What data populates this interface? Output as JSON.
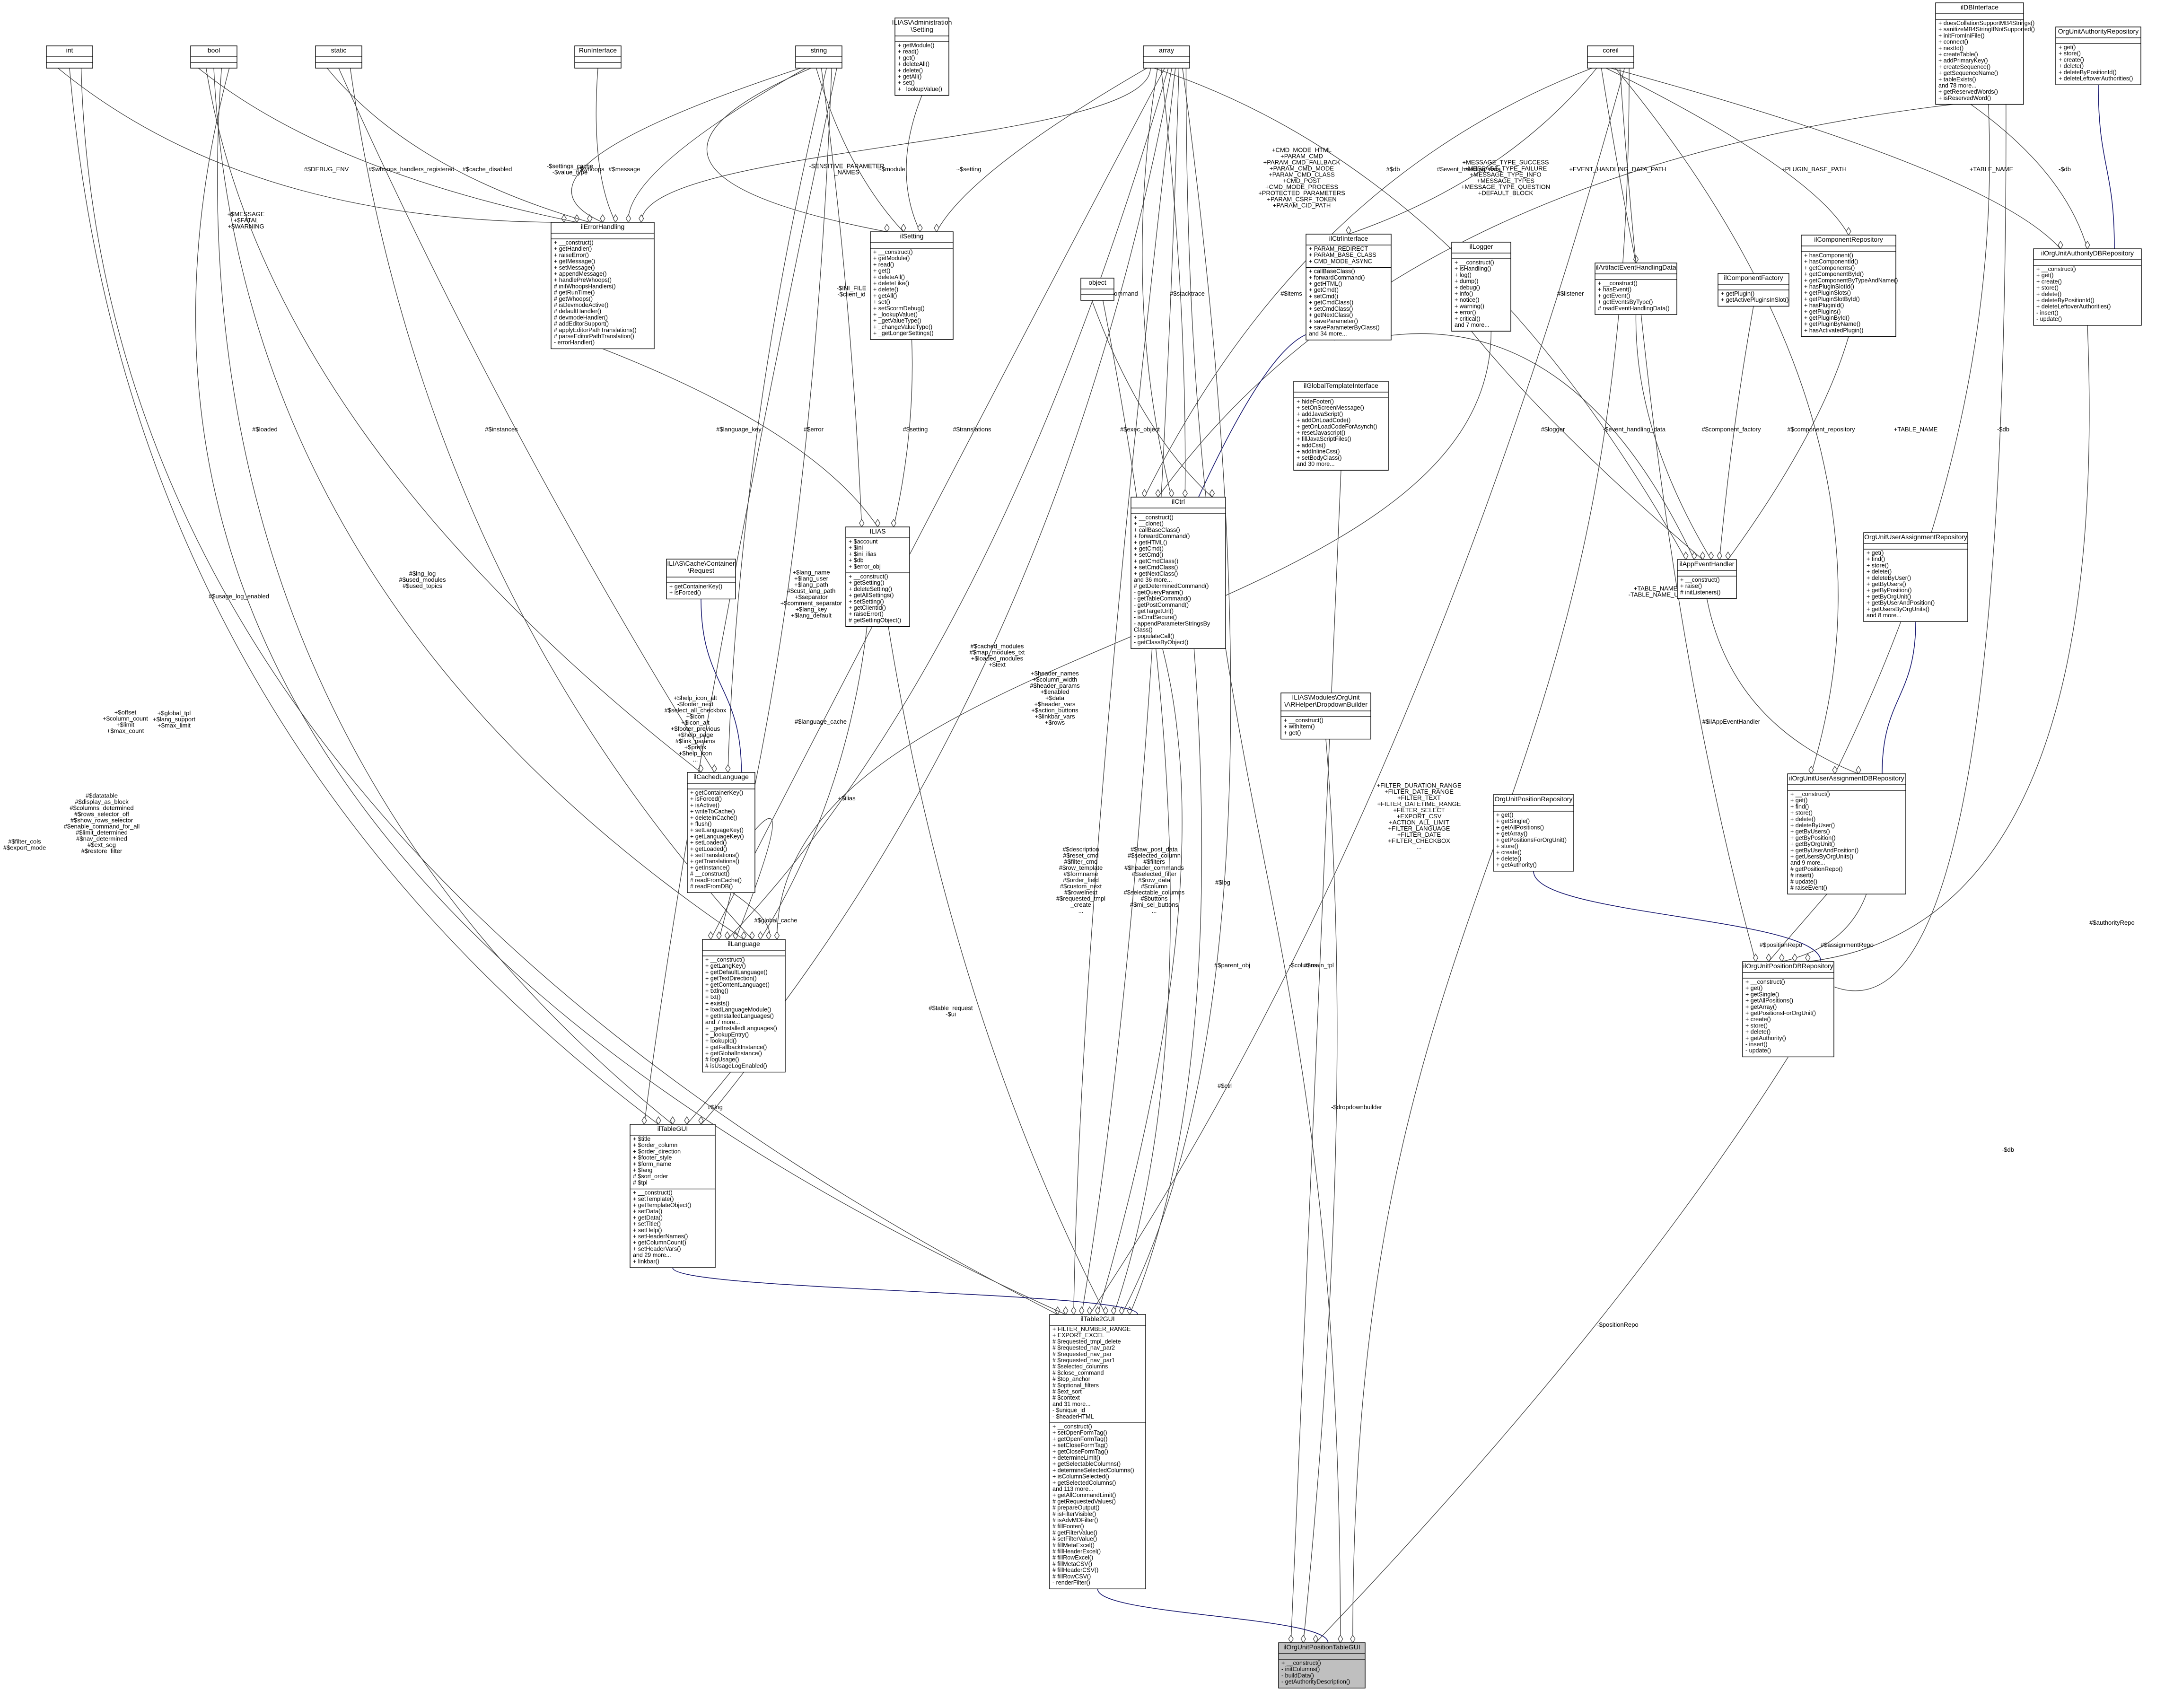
{
  "classes": {
    "int": {
      "title": [
        "int"
      ],
      "sections": [
        [],
        []
      ]
    },
    "bool": {
      "title": [
        "bool"
      ],
      "sections": [
        [],
        []
      ]
    },
    "static": {
      "title": [
        "static"
      ],
      "sections": [
        [],
        []
      ]
    },
    "runinterface": {
      "title": [
        "RunInterface"
      ],
      "sections": [
        [],
        []
      ]
    },
    "string": {
      "title": [
        "string"
      ],
      "sections": [
        [],
        []
      ]
    },
    "iliassetting": {
      "title": [
        "ILIAS\\Administration",
        "\\Setting"
      ],
      "sections": [
        [],
        [
          "+ getModule()",
          "+ read()",
          "+ get()",
          "+ deleteAll()",
          "+ delete()",
          "+ getAll()",
          "+ set()",
          "+ _lookupValue()"
        ]
      ]
    },
    "array": {
      "title": [
        "array"
      ],
      "sections": [
        [],
        []
      ]
    },
    "coreil": {
      "title": [
        "coreil"
      ],
      "sections": [
        [],
        []
      ]
    },
    "ildbinterface": {
      "title": [
        "ilDBInterface"
      ],
      "sections": [
        [],
        [
          "+ doesCollationSupportMB4Strings()",
          "+ sanitizeMB4StringIfNotSupported()",
          "+ initFromIniFile()",
          "+ connect()",
          "+ nextId()",
          "+ createTable()",
          "+ addPrimaryKey()",
          "+ createSequence()",
          "+ getSequenceName()",
          "+ tableExists()",
          "and 78 more...",
          "+ getReservedWords()",
          "+ isReservedWord()"
        ]
      ]
    },
    "orgunitauthorityrepository": {
      "title": [
        "OrgUnitAuthorityRepository"
      ],
      "sections": [
        [],
        [
          "+ get()",
          "+ store()",
          "+ create()",
          "+ delete()",
          "+ deleteByPositionId()",
          "+ deleteLeftoverAuthorities()"
        ]
      ]
    },
    "ilerrorhandling": {
      "title": [
        "ilErrorHandling"
      ],
      "sections": [
        [],
        [
          "+ __construct()",
          "+ getHandler()",
          "+ raiseError()",
          "+ getMessage()",
          "+ setMessage()",
          "+ appendMessage()",
          "+ handlePreWhoops()",
          "# initWhoopsHandlers()",
          "# getRunTime()",
          "# getWhoops()",
          "# isDevmodeActive()",
          "# defaultHandler()",
          "# devmodeHandler()",
          "# addEditorSupport()",
          "# applyEditorPathTranslations()",
          "# parseEditorPathTranslation()",
          "- errorHandler()"
        ]
      ]
    },
    "ilsetting": {
      "title": [
        "ilSetting"
      ],
      "sections": [
        [],
        [
          "+ __construct()",
          "+ getModule()",
          "+ read()",
          "+ get()",
          "+ deleteAll()",
          "+ deleteLike()",
          "+ delete()",
          "+ getAll()",
          "+ set()",
          "+ setScormDebug()",
          "+ _lookupValue()",
          "+ _getValueType()",
          "+ _changeValueType()",
          "+ _getLongerSettings()"
        ]
      ]
    },
    "ilctrlinterface": {
      "title": [
        "ilCtrlInterface"
      ],
      "sections": [
        [
          "+ PARAM_REDIRECT",
          "+ PARAM_BASE_CLASS",
          "+ CMD_MODE_ASYNC"
        ],
        [
          "+ callBaseClass()",
          "+ forwardCommand()",
          "+ getHTML()",
          "+ getCmd()",
          "+ setCmd()",
          "+ getCmdClass()",
          "+ setCmdClass()",
          "+ getNextClass()",
          "+ saveParameter()",
          "+ saveParameterByClass()",
          "and 34 more..."
        ]
      ]
    },
    "illogger": {
      "title": [
        "ilLogger"
      ],
      "sections": [
        [],
        [
          "+ __construct()",
          "+ isHandling()",
          "+ log()",
          "+ dump()",
          "+ debug()",
          "+ info()",
          "+ notice()",
          "+ warning()",
          "+ error()",
          "+ critical()",
          "and 7 more..."
        ]
      ]
    },
    "ilartifacteventhandlingdata": {
      "title": [
        "ilArtifactEventHandlingData"
      ],
      "sections": [
        [],
        [
          "+ __construct()",
          "+ hasEvent()",
          "+ getEvent()",
          "+ getEventsByType()",
          "# readEventHandlingData()"
        ]
      ]
    },
    "ilcomponentrepository": {
      "title": [
        "ilComponentRepository"
      ],
      "sections": [
        [],
        [
          "+ hasComponent()",
          "+ hasComponentId()",
          "+ getComponents()",
          "+ getComponentById()",
          "+ getComponentByTypeAndName()",
          "+ hasPluginSlotId()",
          "+ getPluginSlots()",
          "+ getPluginSlotById()",
          "+ hasPluginId()",
          "+ getPlugins()",
          "+ getPluginById()",
          "+ getPluginByName()",
          "+ hasActivatedPlugin()"
        ]
      ]
    },
    "ilorgunitauthoritydbrepository": {
      "title": [
        "ilOrgUnitAuthorityDBRepository"
      ],
      "sections": [
        [],
        [
          "+ __construct()",
          "+ get()",
          "+ create()",
          "+ store()",
          "+ delete()",
          "+ deleteByPositionId()",
          "+ deleteLeftoverAuthorities()",
          "- insert()",
          "- update()"
        ]
      ]
    },
    "object": {
      "title": [
        "object"
      ],
      "sections": [
        [],
        []
      ]
    },
    "ilglobaltemplateinterface": {
      "title": [
        "ilGlobalTemplateInterface"
      ],
      "sections": [
        [],
        [
          "+ hideFooter()",
          "+ setOnScreenMessage()",
          "+ addJavaScript()",
          "+ addOnLoadCode()",
          "+ getOnLoadCodeForAsynch()",
          "+ resetJavascript()",
          "+ fillJavaScriptFiles()",
          "+ addCss()",
          "+ addInlineCss()",
          "+ setBodyClass()",
          "and 30 more..."
        ]
      ]
    },
    "ilcomponentfactory": {
      "title": [
        "ilComponentFactory"
      ],
      "sections": [
        [],
        [
          "+ getPlugin()",
          "+ getActivePluginsInSlot()"
        ]
      ]
    },
    "ilctrl": {
      "title": [
        "ilCtrl"
      ],
      "sections": [
        [],
        [
          "+ __construct()",
          "+ __clone()",
          "+ callBaseClass()",
          "+ forwardCommand()",
          "+ getHTML()",
          "+ getCmd()",
          "+ setCmd()",
          "+ getCmdClass()",
          "+ setCmdClass()",
          "+ getNextClass()",
          "and 36 more...",
          "# getDeterminedCommand()",
          "- getQueryParam()",
          "- getTableCommand()",
          "- getPostCommand()",
          "- getTargetUrl()",
          "- isCmdSecure()",
          "- appendParameterStringsBy",
          "Class()",
          "- populateCall()",
          "- getClassByObject()"
        ]
      ]
    },
    "ilias": {
      "title": [
        "ILIAS"
      ],
      "sections": [
        [
          "+ $account",
          "+ $ini",
          "+ $ini_ilias",
          "+ $db",
          "+ $error_obj"
        ],
        [
          "+ __construct()",
          "+ getSetting()",
          "+ deleteSetting()",
          "+ getAllSettings()",
          "+ setSetting()",
          "+ getClientId()",
          "+ raiseError()",
          "# getSettingObject()"
        ]
      ]
    },
    "ilappeventhandler": {
      "title": [
        "ilAppEventHandler"
      ],
      "sections": [
        [],
        [
          "+ __construct()",
          "+ raise()",
          "# initListeners()"
        ]
      ]
    },
    "ilorgunituserassignmentrepository": {
      "title": [
        "OrgUnitUserAssignmentRepository"
      ],
      "sections": [
        [],
        [
          "+ get()",
          "+ find()",
          "+ store()",
          "+ delete()",
          "+ deleteByUser()",
          "+ getByUsers()",
          "+ getByPosition()",
          "+ getByOrgUnit()",
          "+ getByUserAndPosition()",
          "+ getUsersByOrgUnits()",
          "and 8 more..."
        ]
      ]
    },
    "iliascachecontainerrequest": {
      "title": [
        "ILIAS\\Cache\\Container",
        "\\Request"
      ],
      "sections": [
        [],
        [
          "+ getContainerKey()",
          "+ isForced()"
        ]
      ]
    },
    "ilcachedlanguage": {
      "title": [
        "ilCachedLanguage"
      ],
      "sections": [
        [],
        [
          "+ getContainerKey()",
          "+ isForced()",
          "+ isActive()",
          "+ writeToCache()",
          "+ deleteInCache()",
          "+ flush()",
          "+ setLanguageKey()",
          "+ getLanguageKey()",
          "+ setLoaded()",
          "+ getLoaded()",
          "+ setTranslations()",
          "+ getTranslations()",
          "+ getInstance()",
          "# __construct()",
          "# readFromCache()",
          "# readFromDB()"
        ]
      ]
    },
    "dropdownbuilder": {
      "title": [
        "ILIAS\\Modules\\OrgUnit",
        "\\ARHelper\\DropdownBuilder"
      ],
      "sections": [
        [],
        [
          "+ __construct()",
          "+ withItem()",
          "+ get()"
        ]
      ]
    },
    "ilorgunituserassignmentdbrepository": {
      "title": [
        "ilOrgUnitUserAssignmentDBRepository"
      ],
      "sections": [
        [],
        [
          "+ __construct()",
          "+ get()",
          "+ find()",
          "+ store()",
          "+ delete()",
          "+ deleteByUser()",
          "+ getByUsers()",
          "+ getByPosition()",
          "+ getByOrgUnit()",
          "+ getByUserAndPosition()",
          "+ getUsersByOrgUnits()",
          "and 9 more...",
          "# getPositionRepo()",
          "# insert()",
          "# update()",
          "# raiseEvent()"
        ]
      ]
    },
    "orgunitpositionrepository": {
      "title": [
        "OrgUnitPositionRepository"
      ],
      "sections": [
        [],
        [
          "+ get()",
          "+ getSingle()",
          "+ getAllPositions()",
          "+ getArray()",
          "+ getPositionsForOrgUnit()",
          "+ store()",
          "+ create()",
          "+ delete()",
          "+ getAuthority()"
        ]
      ]
    },
    "illanguage": {
      "title": [
        "ilLanguage"
      ],
      "sections": [
        [],
        [
          "+ __construct()",
          "+ getLangKey()",
          "+ getDefaultLanguage()",
          "+ getTextDirection()",
          "+ getContentLanguage()",
          "+ txtlng()",
          "+ txt()",
          "+ exists()",
          "+ loadLanguageModule()",
          "+ getInstalledLanguages()",
          "and 7 more...",
          "+ _getInstalledLanguages()",
          "+ _lookupEntry()",
          "+ lookupId()",
          "+ getFallbackInstance()",
          "+ getGlobalInstance()",
          "# logUsage()",
          "# isUsageLogEnabled()"
        ]
      ]
    },
    "ilorgunitpositiondbrepository": {
      "title": [
        "ilOrgUnitPositionDBRepository"
      ],
      "sections": [
        [],
        [
          "+ __construct()",
          "+ get()",
          "+ getSingle()",
          "+ getAllPositions()",
          "+ getArray()",
          "+ getPositionsForOrgUnit()",
          "+ create()",
          "+ store()",
          "+ delete()",
          "+ getAuthority()",
          "- insert()",
          "- update()"
        ]
      ]
    },
    "iltablegui": {
      "title": [
        "ilTableGUI"
      ],
      "sections": [
        [
          "+ $title",
          "+ $order_column",
          "+ $order_direction",
          "+ $footer_style",
          "+ $form_name",
          "+ $lang",
          "# $sort_order",
          "# $tpl"
        ],
        [
          "+ __construct()",
          "+ setTemplate()",
          "+ getTemplateObject()",
          "+ setData()",
          "+ getData()",
          "+ setTitle()",
          "+ setHelp()",
          "+ setHeaderNames()",
          "+ getColumnCount()",
          "+ setHeaderVars()",
          "and 29 more...",
          "+ linkbar()"
        ]
      ]
    },
    "iltable2gui": {
      "title": [
        "ilTable2GUI"
      ],
      "sections": [
        [
          "+ FILTER_NUMBER_RANGE",
          "+ EXPORT_EXCEL",
          "# $requested_tmpl_delete",
          "# $requested_nav_par2",
          "# $requested_nav_par",
          "# $requested_nav_par1",
          "# $selected_columns",
          "# $close_command",
          "# $top_anchor",
          "# $optional_filters",
          "# $ext_sort",
          "# $context",
          "and 31 more...",
          "- $unique_id",
          "- $headerHTML"
        ],
        [
          "+ __construct()",
          "+ setOpenFormTag()",
          "+ getOpenFormTag()",
          "+ setCloseFormTag()",
          "+ getCloseFormTag()",
          "+ determineLimit()",
          "+ getSelectableColumns()",
          "+ determineSelectedColumns()",
          "+ isColumnSelected()",
          "+ getSelectedColumns()",
          "and 113 more...",
          "+ getAllCommandLimit()",
          "# getRequestedValues()",
          "# prepareOutput()",
          "# isFilterVisible()",
          "# isAdvMDFilter()",
          "# fillFooter()",
          "# getFilterValue()",
          "# setFilterValue()",
          "# fillMetaExcel()",
          "# fillHeaderExcel()",
          "# fillRowExcel()",
          "# fillMetaCSV()",
          "# fillHeaderCSV()",
          "# fillRowCSV()",
          "- renderFilter()"
        ]
      ]
    },
    "ilorgunitpositiontablegui": {
      "title": [
        "ilOrgUnitPositionTableGUI"
      ],
      "sections": [
        [],
        [
          "+ __construct()",
          "- initColumns()",
          "- buildData()",
          "- getAuthorityDescription()"
        ]
      ]
    }
  },
  "edge_labels": {
    "int_errhandling": [
      "+$MESSAGE",
      "+$FATAL",
      "+$WARNING"
    ],
    "bool_errhandling": [
      "#$DEBUG_ENV"
    ],
    "static_errhandling": [
      "#$whoops_handlers_registered"
    ],
    "string_errhandling": [
      "#$cache_disabled"
    ],
    "run_errhandling": [
      "#$whoops"
    ],
    "string_msg": [
      "#$message"
    ],
    "settings_cache": [
      "-$settings_cache",
      "-$value_type"
    ],
    "sensitive": [
      "-SENSITIVE_PARAMETER",
      "_NAMES"
    ],
    "module": [
      "~$module"
    ],
    "setting": [
      "~$setting"
    ],
    "ctrl_consts": [
      "+CMD_MODE_HTML",
      "+PARAM_CMD",
      "+PARAM_CMD_FALLBACK",
      "+PARAM_CMD_MODE",
      "+PARAM_CMD_CLASS",
      "+CMD_POST",
      "+CMD_MODE_PROCESS",
      "+PROTECTED_PARAMETERS",
      "+PARAM_CSRF_TOKEN",
      "+PARAM_CID_PATH"
    ],
    "db_ctrl": [
      "#$db"
    ],
    "event_handling_data": [
      "#$event_handling_data"
    ],
    "msg_types": [
      "+MESSAGE_TYPE_SUCCESS",
      "+MESSAGE_TYPE_FAILURE",
      "+MESSAGE_TYPE_INFO",
      "+MESSAGE_TYPES",
      "+MESSAGE_TYPE_QUESTION",
      "+DEFAULT_BLOCK"
    ],
    "event_handling_path": [
      "+EVENT_HANDLING_DATA_PATH"
    ],
    "plugin_base_path": [
      "+PLUGIN_BASE_PATH"
    ],
    "table_name_auth": [
      "+TABLE_NAME"
    ],
    "db_auth": [
      "-$db"
    ],
    "ini_file": [
      "-$INI_FILE",
      "-$client_id"
    ],
    "command": [
      "#$command"
    ],
    "stacktrace": [
      "#$stacktrace"
    ],
    "items": [
      "#$items"
    ],
    "exec_object": [
      "#$exec_object"
    ],
    "listener": [
      "#$listener"
    ],
    "logger": [
      "#$logger"
    ],
    "ev_handling_data": [
      "-$event_handling_data"
    ],
    "comp_factory": [
      "#$component_factory"
    ],
    "comp_repo": [
      "#$component_repository"
    ],
    "table_name": [
      "+TABLE_NAME"
    ],
    "db_user": [
      "-$db"
    ],
    "loaded": [
      "#$loaded"
    ],
    "instances": [
      "#$instances"
    ],
    "language_key": [
      "#$language_key"
    ],
    "error": [
      "#$error"
    ],
    "setting_ilias": [
      "#$setting"
    ],
    "translations": [
      "#$translations"
    ],
    "lang_fields": [
      "+$lang_name",
      "+$lang_user",
      "+$lang_path",
      "#$cust_lang_path",
      "+$separator",
      "+$comment_separator",
      "+$lang_key",
      "+$lang_default"
    ],
    "cached_modules": [
      "#$cached_modules",
      "#$map_modules_txt",
      "+$loaded_modules",
      "+$text"
    ],
    "table_name_ua": [
      "+TABLE_NAME",
      "-TABLE_NAME_UA"
    ],
    "app_event_handler": [
      "#$ilAppEventHandler"
    ],
    "language_cache": [
      "#$language_cache"
    ],
    "usage_log": [
      "#$usage_log_enabled"
    ],
    "lng_log": [
      "#$lng_log",
      "#$used_modules",
      "#$used_topics"
    ],
    "help_icon": [
      "+$help_icon_alt",
      "-$footer_next",
      "#$select_all_checkbox",
      "+$icon",
      "+$icon_alt",
      "+$footer_previous",
      "+$help_page",
      "#$link_params",
      "+$prefix",
      "+$help_icon",
      "..."
    ],
    "ilias_obj": [
      "+$ilias"
    ],
    "offset": [
      "+$offset",
      "+$column_count",
      "+$limit",
      "+$max_count"
    ],
    "global_tpl": [
      "+$global_tpl",
      "+$lang_support",
      "+$max_limit"
    ],
    "header_names": [
      "+$header_names",
      "+$column_width",
      "#$header_params",
      "+$enabled",
      "+$data",
      "+$header_vars",
      "+$action_buttons",
      "+$linkbar_vars",
      "+$rows"
    ],
    "global_cache": [
      "#$global_cache"
    ],
    "lng": [
      "#$lng"
    ],
    "datatable": [
      "#$datatable",
      "#$display_as_block",
      "#$columns_determined",
      "#$rows_selector_off",
      "#$show_rows_selector",
      "#$enable_command_for_all",
      "#$limit_determined",
      "#$nav_determined",
      "#$ext_seg",
      "#$restore_filter"
    ],
    "filter_cols": [
      "#$filter_cols",
      "#$export_mode"
    ],
    "description": [
      "#$description",
      "#$reset_cmd",
      "#$filter_cmd",
      "#$row_template",
      "#$formname",
      "#$order_field",
      "#$custom_next",
      "#$rowelnext",
      "#$requested_tmpl",
      "_create",
      "..."
    ],
    "raw_post": [
      "#$raw_post_data",
      "#$selected_column",
      "#$filters",
      "#$header_commands",
      "#$selected_filter",
      "#$row_data",
      "#$column",
      "#$selectable_columns",
      "#$buttons",
      "#$mi_sel_buttons",
      "..."
    ],
    "filter_consts": [
      "+FILTER_DURATION_RANGE",
      "+FILTER_DATE_RANGE",
      "+FILTER_TEXT",
      "+FILTER_DATETIME_RANGE",
      "+FILTER_SELECT",
      "+EXPORT_CSV",
      "+ACTION_ALL_LIMIT",
      "+FILTER_LANGUAGE",
      "+FILTER_DATE",
      "+FILTER_CHECKBOX",
      "..."
    ],
    "log": [
      "#$log"
    ],
    "table_request": [
      "#$table_request",
      "-$ui"
    ],
    "parent_obj": [
      "#$parent_obj"
    ],
    "columns": [
      "-$columns"
    ],
    "main_tpl": [
      "#$main_tpl"
    ],
    "ctrl": [
      "#$ctrl"
    ],
    "dropdownbuilder": [
      "-$dropdownbuilder"
    ],
    "position_repo_ua": [
      "#$positionRepo"
    ],
    "assignment_repo": [
      "#$assignmentRepo"
    ],
    "db_pos": [
      "-$db"
    ],
    "authority_repo": [
      "#$authorityRepo"
    ],
    "position_repo": [
      "-$positionRepo"
    ]
  }
}
